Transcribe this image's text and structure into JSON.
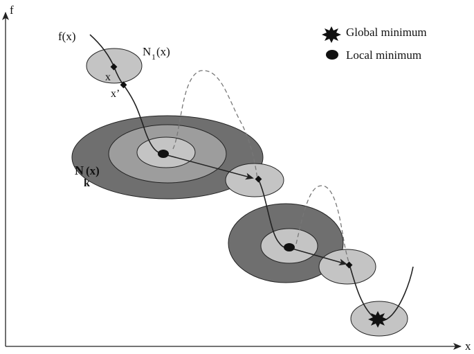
{
  "axes": {
    "y_label": "f",
    "x_label": "x"
  },
  "curve": {
    "label": "f(x)"
  },
  "points": {
    "x": "x",
    "x_prime": "x’"
  },
  "neighborhoods": {
    "n1_main": "N",
    "n1_sub": "1",
    "n1_arg": "(x)",
    "nk_main": "N",
    "nk_sub": "k",
    "nk_arg": "(x)"
  },
  "legend": {
    "global_label": "Global minimum",
    "local_label": "Local minimum",
    "global_icon": "star-burst-icon",
    "local_icon": "filled-ellipse-icon"
  },
  "colors": {
    "light_gray": "#c4c4c4",
    "mid_gray": "#9d9d9d",
    "dark_gray": "#6f6f6f",
    "stroke": "#222222",
    "dashed": "#777777"
  }
}
